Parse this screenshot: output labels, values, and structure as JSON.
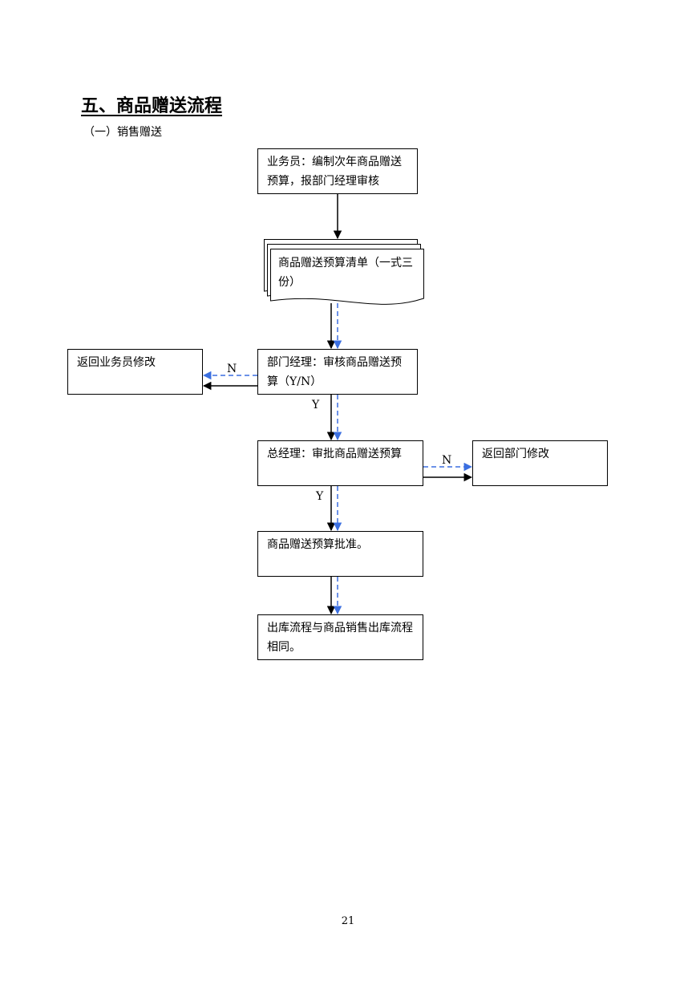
{
  "section_title": "五、商品赠送流程",
  "subsection_title": "（一）销售赠送",
  "flow": {
    "step_salesperson": "业务员：编制次年商品赠送预算，报部门经理审核",
    "document_budget_list": "商品赠送预算清单（一式三份）",
    "step_dept_manager": "部门经理：审核商品赠送预算（Y/N）",
    "step_return_salesperson": "返回业务员修改",
    "step_general_manager": "总经理：审批商品赠送预算",
    "step_return_dept": "返回部门修改",
    "step_approved": "商品赠送预算批准。",
    "step_outbound": "出库流程与商品销售出库流程相同。",
    "label_n_1": "N",
    "label_y_1": "Y",
    "label_n_2": "N",
    "label_y_2": "Y"
  },
  "colors": {
    "solid_arrow": "#000000",
    "dashed_arrow": "#3b6fe0"
  },
  "page_number": "21"
}
